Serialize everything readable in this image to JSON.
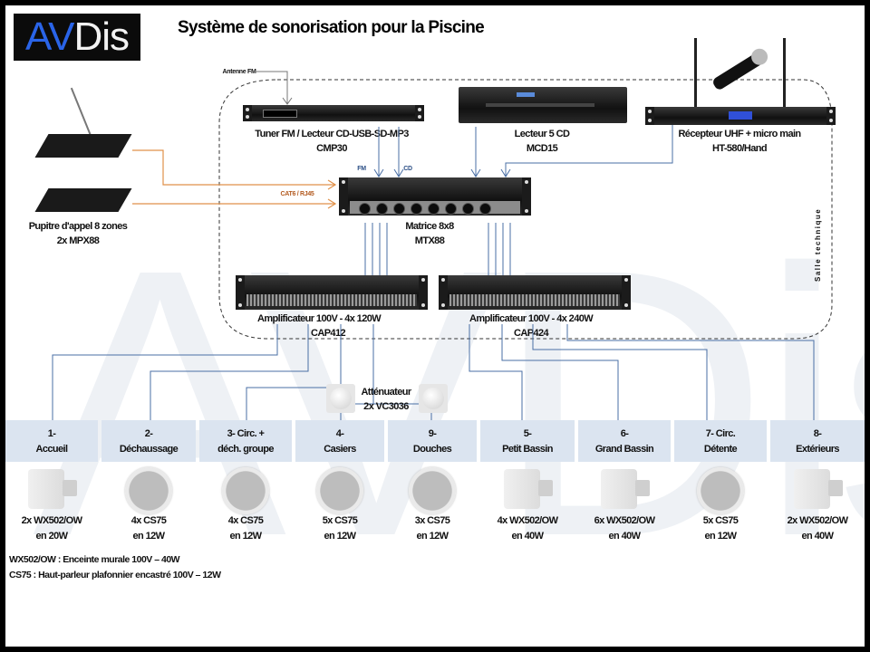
{
  "title": "Système de sonorisation pour la Piscine",
  "logo": {
    "part1": "AV",
    "part2": "Dis"
  },
  "watermark": "AVDis",
  "room_label": "Salle technique",
  "antenna_label": "Antenne FM",
  "devices": {
    "tuner": {
      "name": "Tuner FM / Lecteur CD-USB-SD-MP3",
      "model": "CMP30"
    },
    "cd_changer": {
      "name": "Lecteur 5 CD",
      "model": "MCD15"
    },
    "uhf": {
      "name": "Récepteur UHF + micro main",
      "model": "HT-580/Hand"
    },
    "paging": {
      "name": "Pupitre d'appel 8 zones",
      "model": "2x MPX88"
    },
    "matrix": {
      "name": "Matrice 8x8",
      "model": "MTX88"
    },
    "amp1": {
      "name": "Amplificateur 100V - 4x 120W",
      "model": "CAP412"
    },
    "amp2": {
      "name": "Amplificateur 100V - 4x 240W",
      "model": "CAP424"
    },
    "attenuator": {
      "name": "Atténuateur",
      "model": "2x VC3036"
    }
  },
  "connection_labels": {
    "fm": "FM",
    "cd": "CD",
    "cat6": "CAT6 / RJ45"
  },
  "zones": [
    {
      "num": "1-",
      "name": "Accueil",
      "speaker_type": "wall",
      "qty": "2x WX502/OW",
      "power": "en 20W"
    },
    {
      "num": "2-",
      "name": "Déchaussage",
      "speaker_type": "ceiling",
      "qty": "4x CS75",
      "power": "en 12W"
    },
    {
      "num": "3- Circ. +",
      "name": "déch. groupe",
      "speaker_type": "ceiling",
      "qty": "4x CS75",
      "power": "en 12W"
    },
    {
      "num": "4-",
      "name": "Casiers",
      "speaker_type": "ceiling",
      "qty": "5x CS75",
      "power": "en 12W"
    },
    {
      "num": "9-",
      "name": "Douches",
      "speaker_type": "ceiling",
      "qty": "3x CS75",
      "power": "en 12W"
    },
    {
      "num": "5-",
      "name": "Petit Bassin",
      "speaker_type": "wall",
      "qty": "4x WX502/OW",
      "power": "en 40W"
    },
    {
      "num": "6-",
      "name": "Grand Bassin",
      "speaker_type": "wall",
      "qty": "6x WX502/OW",
      "power": "en 40W"
    },
    {
      "num": "7- Circ.",
      "name": "Détente",
      "speaker_type": "ceiling",
      "qty": "5x CS75",
      "power": "en 12W"
    },
    {
      "num": "8-",
      "name": "Extérieurs",
      "speaker_type": "wall",
      "qty": "2x WX502/OW",
      "power": "en 40W"
    }
  ],
  "legend": [
    "WX502/OW : Enceinte murale 100V – 40W",
    "CS75 : Haut-parleur plafonnier encastré 100V – 12W"
  ],
  "colors": {
    "signal_wire": "#4a6fa5",
    "cat6_wire": "#e0914a",
    "zone_fill": "#dbe4f0",
    "logo_blue": "#2a64e8"
  }
}
